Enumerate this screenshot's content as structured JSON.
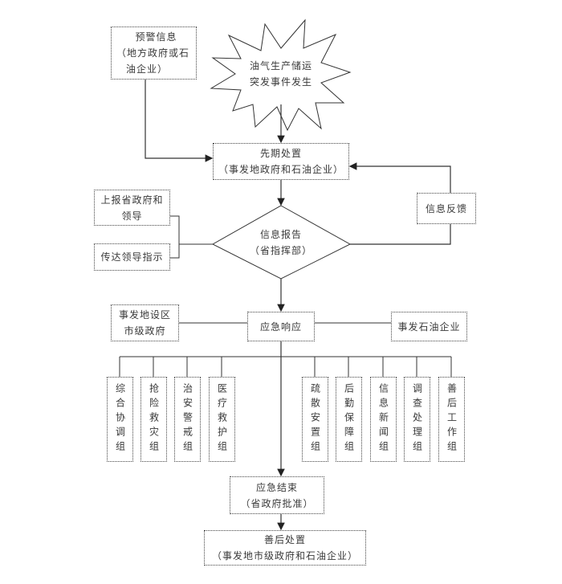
{
  "nodes": {
    "warning": {
      "line1": "预警信息",
      "line2": "（地方政府或石",
      "line3": "油企业）"
    },
    "event": {
      "line1": "油气生产储运",
      "line2": "突发事件发生"
    },
    "initial": {
      "line1": "先期处置",
      "line2": "（事发地政府和石油企业）"
    },
    "report_up": {
      "line1": "上报省政府和",
      "line2": "领导"
    },
    "relay": {
      "line1": "传达领导指示"
    },
    "info_report": {
      "line1": "信息报告",
      "line2": "（省指挥部）"
    },
    "feedback": {
      "line1": "信息反馈"
    },
    "local_gov": {
      "line1": "事发地设区",
      "line2": "市级政府"
    },
    "response": {
      "line1": "应急响应"
    },
    "company": {
      "line1": "事发石油企业"
    },
    "groups_left": [
      "综合协调组",
      "抢险救灾组",
      "治安警戒组",
      "医疗救护组"
    ],
    "groups_right": [
      "疏散安置组",
      "后勤保障组",
      "信息新闻组",
      "调查处理组",
      "善后工作组"
    ],
    "end": {
      "line1": "应急结束",
      "line2": "（省政府批准）"
    },
    "aftermath": {
      "line1": "善后处置",
      "line2": "（事发地市级政府和石油企业）"
    }
  },
  "colors": {
    "line": "#333333",
    "text": "#3a3a3a"
  }
}
